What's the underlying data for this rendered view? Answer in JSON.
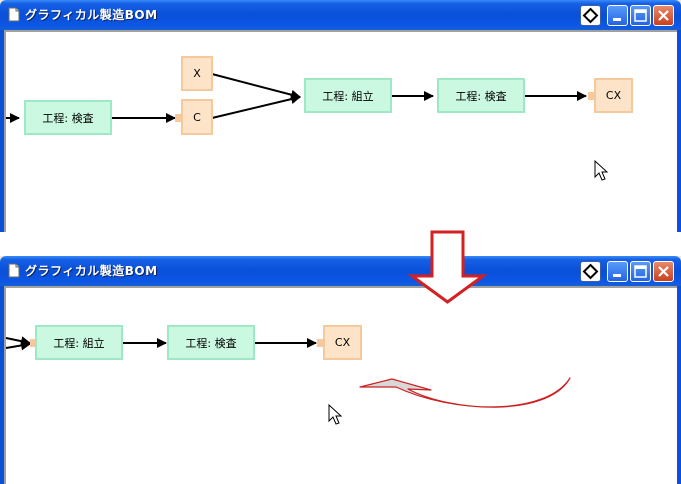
{
  "window": {
    "title": "グラフィカル製造BOM"
  },
  "top_view": {
    "nodes": {
      "inspect_left": "工程: 検査",
      "part_x": "X",
      "part_c": "C",
      "assemble": "工程: 組立",
      "inspect_right": "工程: 検査",
      "part_cx": "CX"
    }
  },
  "bottom_view": {
    "nodes": {
      "assemble": "工程: 組立",
      "inspect": "工程: 検査",
      "part_cx": "CX"
    }
  },
  "colors": {
    "process_fill": "#cbf8e0",
    "process_border": "#9fe8c5",
    "part_fill": "#fde3c8",
    "part_border": "#f5c99c",
    "titlebar": "#0a4fd8",
    "arrow_red": "#d42020"
  },
  "icons": [
    "document-icon",
    "pin-icon",
    "minimize-icon",
    "maximize-icon",
    "close-icon",
    "cursor-icon",
    "down-arrow-icon",
    "curved-arrow-icon"
  ]
}
